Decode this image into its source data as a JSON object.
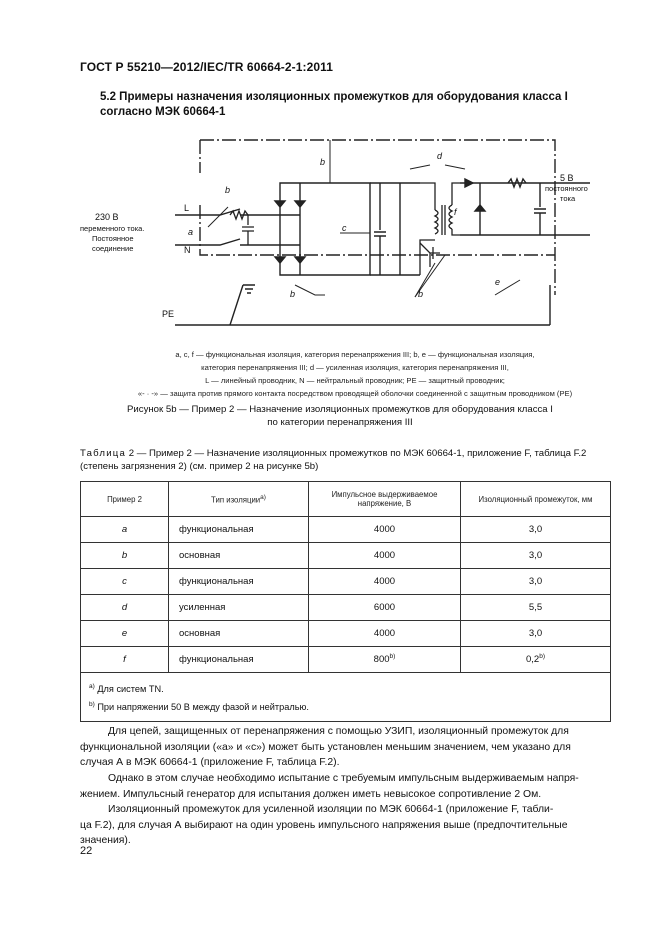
{
  "header": {
    "standard": "ГОСТ Р 55210—2012/IEC/TR 60664-2-1:2011"
  },
  "section": {
    "line1": "5.2  Примеры назначения изоляционных промежутков для оборудования класса I",
    "line2": "согласно МЭК 60664-1"
  },
  "figure": {
    "labels": {
      "input_1": "230 В",
      "input_2": "переменного тока.",
      "input_3": "Постоянное",
      "input_4": "соединение",
      "output_1": "5 В",
      "output_2": "постоянного",
      "output_3": "тока",
      "L": "L",
      "N": "N",
      "PE": "PE",
      "a": "a",
      "b": "b",
      "c": "c",
      "d": "d",
      "e": "e",
      "f": "f"
    },
    "legend": [
      "a, c, f — функциональная изоляция, категория перенапряжения III; b, e — функциональная изоляция,",
      "категория перенапряжения III; d — усиленная изоляция, категория перенапряжения III,",
      "L — линейный проводник, N — нейтральный проводник; PE — защитный проводник;",
      "«- · -» — защита против прямого контакта посредством проводящей оболочки соединенной с защитным проводником (PE)"
    ],
    "caption_1": "Рисунок 5b — Пример 2 — Назначение изоляционных промежутков для оборудования класса I",
    "caption_2": "по категории перенапряжения III"
  },
  "table": {
    "caption_word": "Таблица",
    "caption_rest": "2 — Пример 2 — Назначение изоляционных промежутков по МЭК 60664-1, приложение F, таблица F.2",
    "caption_line2": "(степень загрязнения 2) (см. пример 2 на рисунке 5b)",
    "headers": {
      "example": "Пример 2",
      "type": "Тип изоляции",
      "type_sup": "a)",
      "voltage": "Импульсное выдерживаемое напряжение, В",
      "clearance": "Изоляционный промежуток, мм"
    },
    "rows": [
      {
        "ex": "a",
        "type": "функциональная",
        "voltage": "4000",
        "voltage_sup": "",
        "clearance": "3,0",
        "clearance_sup": ""
      },
      {
        "ex": "b",
        "type": "основная",
        "voltage": "4000",
        "voltage_sup": "",
        "clearance": "3,0",
        "clearance_sup": ""
      },
      {
        "ex": "c",
        "type": "функциональная",
        "voltage": "4000",
        "voltage_sup": "",
        "clearance": "3,0",
        "clearance_sup": ""
      },
      {
        "ex": "d",
        "type": "усиленная",
        "voltage": "6000",
        "voltage_sup": "",
        "clearance": "5,5",
        "clearance_sup": ""
      },
      {
        "ex": "e",
        "type": "основная",
        "voltage": "4000",
        "voltage_sup": "",
        "clearance": "3,0",
        "clearance_sup": ""
      },
      {
        "ex": "f",
        "type": "функциональная",
        "voltage": "800",
        "voltage_sup": "b)",
        "clearance": "0,2",
        "clearance_sup": "b)"
      }
    ],
    "notes": {
      "a_mark": "a)",
      "a_text": " Для систем TN.",
      "b_mark": "b)",
      "b_text": " При напряжении 50 В между фазой и нейтралью."
    }
  },
  "paragraphs": {
    "p1_l1": "Для цепей, защищенных от перенапряжения с помощью УЗИП, изоляционный промежуток для",
    "p1_l2": "функциональной изоляции («a» и «c») может быть установлен меньшим значением, чем указано для",
    "p1_l3": "случая А в МЭК 60664-1 (приложение F, таблица F.2).",
    "p2_l1": "Однако в этом случае необходимо испытание с требуемым импульсным выдерживаемым напря-",
    "p2_l2": "жением. Импульсный генератор для испытания должен иметь невысокое сопротивление 2 Ом.",
    "p3_l1": "Изоляционный промежуток для усиленной изоляции по МЭК 60664-1 (приложение F, табли-",
    "p3_l2": "ца F.2), для случая А выбирают на один уровень импульсного напряжения выше (предпочтительные",
    "p3_l3": "значения)."
  },
  "page_number": "22"
}
